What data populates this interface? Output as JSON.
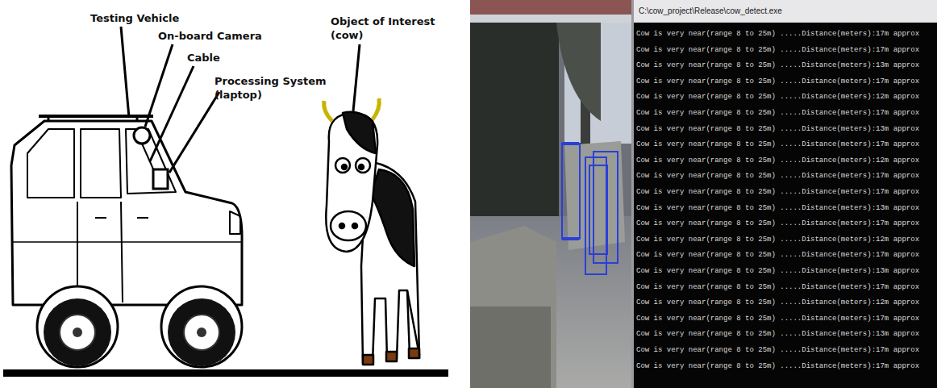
{
  "diagram": {
    "labels": [
      "Testing Vehicle",
      "On-board Camera",
      "Cable",
      "Processing System (laptop)",
      "Object of Interest (cow)",
      "C:\\cow_project\\Release\\cow_detect.exe",
      "Cow is very near(range 8 to 25m) .....Distance(meters):17m approx",
      "Cow is very near(range 8 to 25m) .....Distance(meters):17m approx",
      "Cow is very near(range 8 to 25m) .....Distance(meters):13m approx",
      "Cow is very near(range 8 to 25m) .....Distance(meters):17m approx",
      "Cow is very near(range 8 to 25m) .....Distance(meters):12m approx",
      "Cow is very near(range 8 to 25m) .....Distance(meters):17m approx",
      "Cow is very near(range 8 to 25m) .....Distance(meters):13m approx",
      "Cow is very near(range 8 to 25m) .....Distance(meters):17m approx",
      "Cow is very near(range 8 to 25m) .....Distance(meters):12m approx",
      "Cow is very near(range 8 to 25m) .....Distance(meters):17m approx",
      "Cow is very near(range 8 to 25m) .....Distance(meters):17m approx",
      "Cow is very near(range 8 to 25m) .....Distance(meters):13m approx",
      "Cow is very near(range 8 to 25m) .....Distance(meters):17m approx",
      "Cow is very near(range 8 to 25m) .....Distance(meters):12m approx",
      "Cow is very near(range 8 to 25m) .....Distance(meters):17m approx",
      "Cow is very near(range 8 to 25m) .....Distance(meters):13m approx",
      "Cow is very near(range 8 to 25m) .....Distance(meters):17m approx",
      "Cow is very near(range 8 to 25m) .....Distance(meters):12m approx",
      "Cow is very near(range 8 to 25m) .....Distance(meters):17m approx",
      "Cow is very near(range 8 to 25m) .....Distance(meters):13m approx",
      "Cow is very near(range 8 to 25m) .....Distance(meters):17m approx",
      "Cow is very near(range 8 to 25m) .....Distance(meters):17m approx"
    ]
  }
}
